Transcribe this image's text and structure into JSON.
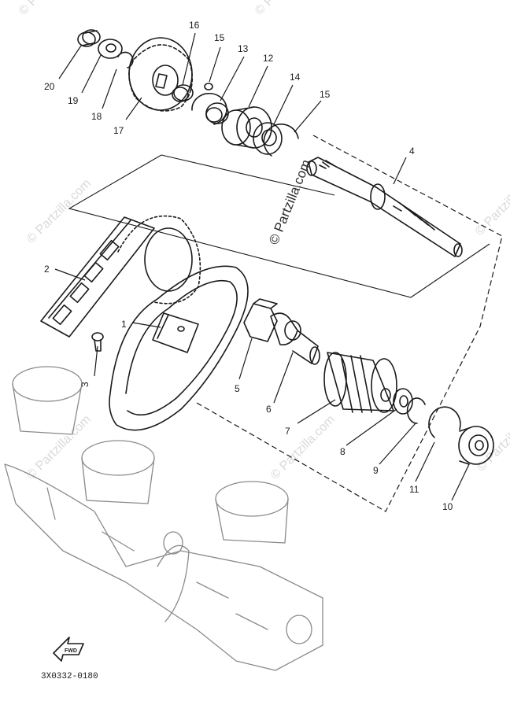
{
  "diagram": {
    "part_callouts": {
      "p1": "1",
      "p2": "2",
      "p3": "3",
      "p4": "4",
      "p5": "5",
      "p6": "6",
      "p7": "7",
      "p8": "8",
      "p9": "9",
      "p10": "10",
      "p11": "11",
      "p12": "12",
      "p13": "13",
      "p14": "14",
      "p15a": "15",
      "p15b": "15",
      "p16": "16",
      "p17": "17",
      "p18": "18",
      "p19": "19",
      "p20": "20"
    },
    "diagram_code": "3X0332-0180",
    "fwd_label": "FWD",
    "watermark": {
      "center": "© Partzilla.com",
      "repeat": "© Partzilla.com"
    }
  }
}
